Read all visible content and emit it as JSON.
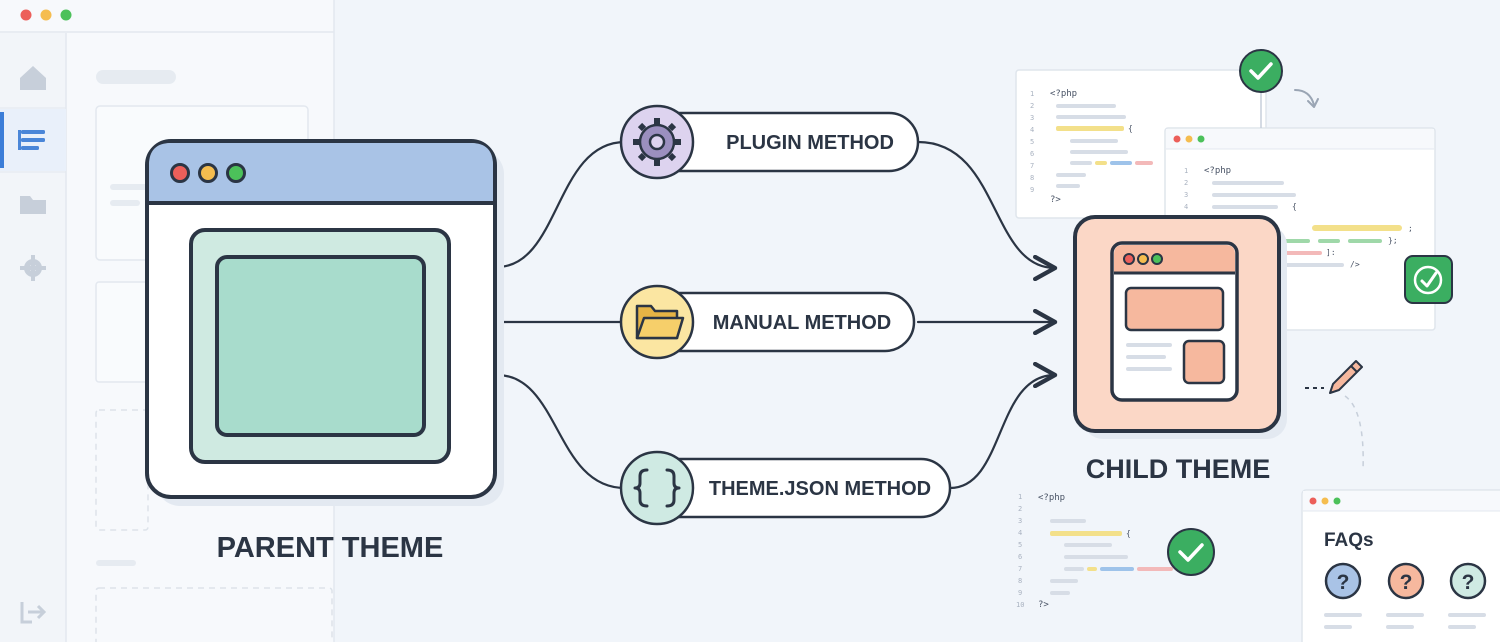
{
  "parent_theme": {
    "label": "PARENT THEME"
  },
  "child_theme": {
    "label": "CHILD THEME"
  },
  "methods": [
    {
      "label": "PLUGIN METHOD",
      "icon": "gear-icon",
      "color": "#ddd3ef"
    },
    {
      "label": "MANUAL METHOD",
      "icon": "folder-icon",
      "color": "#fbe6a2"
    },
    {
      "label": "THEME.JSON METHOD",
      "icon": "braces-icon",
      "color": "#cfeae3"
    }
  ],
  "code_snippets": {
    "open_tag": "<?php",
    "close_tag": "?>",
    "brace": "{",
    "close_brace": "};",
    "close_bracket": "]:",
    "close_html": "/>",
    "semicolon": ";"
  },
  "line_numbers_short": [
    "1",
    "2",
    "3",
    "4",
    "5",
    "6",
    "7",
    "8",
    "9"
  ],
  "line_numbers_long": [
    "1",
    "2",
    "3",
    "4",
    "5",
    "6",
    "7",
    "8",
    "9",
    "10"
  ],
  "faq_card": {
    "title": "FAQs",
    "question_mark": "?"
  },
  "colors": {
    "parent_header": "#a9c3e6",
    "parent_inner": "#a8dccc",
    "child_frame": "#fbd7c6",
    "child_accent": "#f6b89e",
    "check_green": "#3bae61",
    "sidebar_active": "#3b7dd8"
  }
}
